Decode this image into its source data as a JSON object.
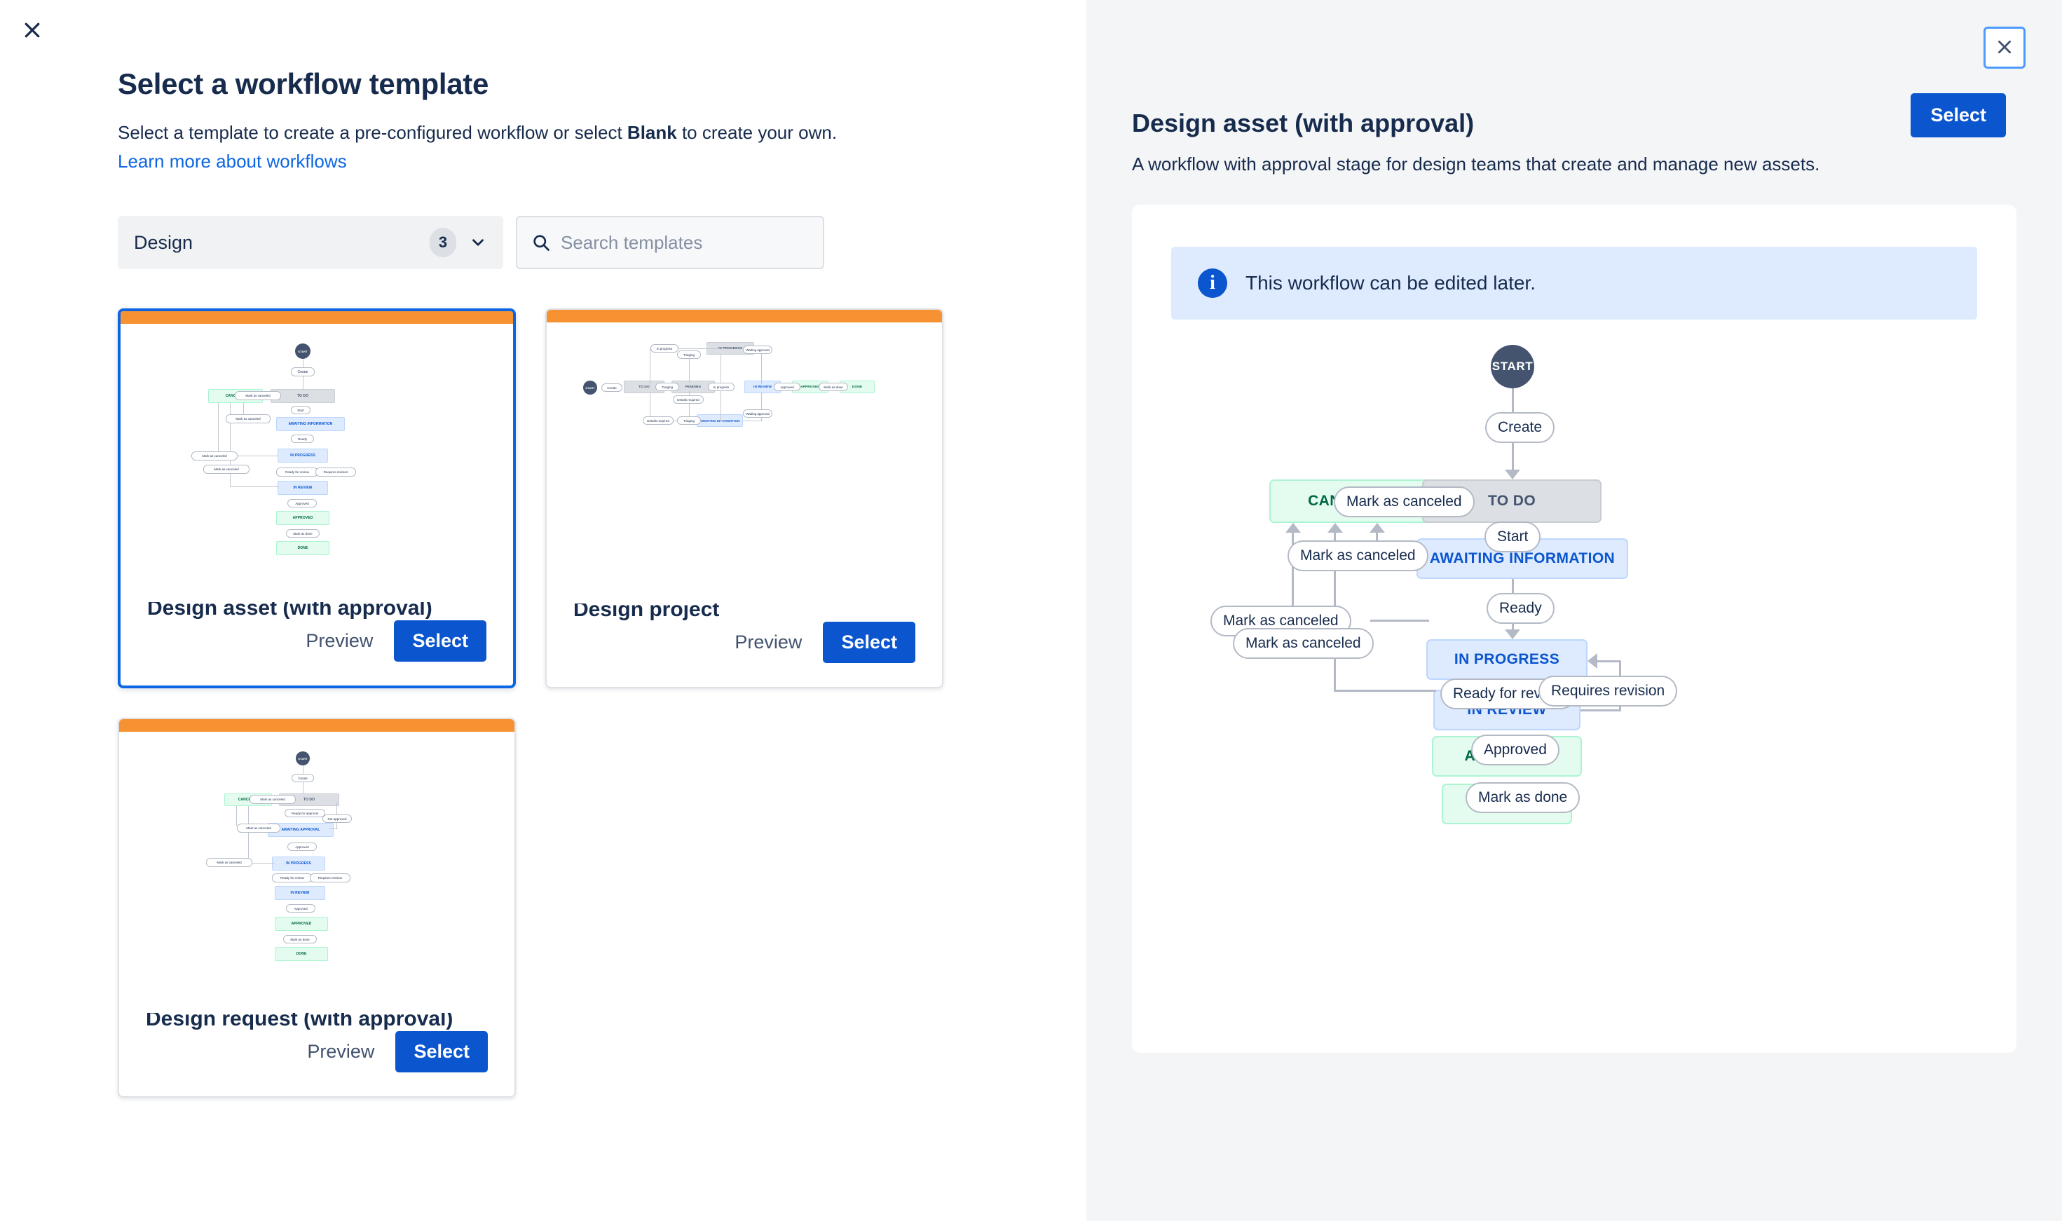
{
  "dialog": {
    "close_icon": "close-icon"
  },
  "left": {
    "title": "Select a workflow template",
    "subtitle_before": "Select a template to create a pre-configured workflow or select ",
    "subtitle_bold": "Blank",
    "subtitle_after": " to create your own.",
    "learn_link": "Learn more about workflows",
    "category": {
      "label": "Design",
      "count": "3",
      "caret_icon": "chevron-down-icon"
    },
    "search": {
      "placeholder": "Search templates",
      "value": "",
      "icon": "search-icon"
    },
    "cards": [
      {
        "title": "Design asset (with approval)",
        "preview_label": "Preview",
        "select_label": "Select",
        "selected": true,
        "accent": "#f79232"
      },
      {
        "title": "Design project",
        "preview_label": "Preview",
        "select_label": "Select",
        "selected": false,
        "accent": "#f79232"
      },
      {
        "title": "Design request (with approval)",
        "preview_label": "Preview",
        "select_label": "Select",
        "selected": false,
        "accent": "#f79232"
      }
    ]
  },
  "right": {
    "close_icon": "close-icon",
    "title": "Design asset (with approval)",
    "select_label": "Select",
    "description": "A workflow with approval stage for design teams that create and manage new assets.",
    "banner": {
      "icon": "info-icon",
      "text": "This workflow can be edited later."
    }
  },
  "workflow": {
    "statuses": [
      {
        "id": "start",
        "label": "START",
        "kind": "start"
      },
      {
        "id": "todo",
        "label": "TO DO",
        "kind": "todo"
      },
      {
        "id": "canceled",
        "label": "CANCELED",
        "kind": "green"
      },
      {
        "id": "awaiting_information",
        "label": "AWAITING INFORMATION",
        "kind": "blue"
      },
      {
        "id": "in_progress",
        "label": "IN PROGRESS",
        "kind": "blue"
      },
      {
        "id": "in_review",
        "label": "IN REVIEW",
        "kind": "blue"
      },
      {
        "id": "approved",
        "label": "APPROVED",
        "kind": "green"
      },
      {
        "id": "done",
        "label": "DONE",
        "kind": "green"
      }
    ],
    "transitions": [
      {
        "id": "create",
        "label": "Create",
        "from": "start",
        "to": "todo"
      },
      {
        "id": "cancel_todo",
        "label": "Mark as canceled",
        "from": "todo",
        "to": "canceled"
      },
      {
        "id": "start_t",
        "label": "Start",
        "from": "todo",
        "to": "awaiting_information"
      },
      {
        "id": "cancel_awaiting",
        "label": "Mark as canceled",
        "from": "awaiting_information",
        "to": "canceled"
      },
      {
        "id": "ready",
        "label": "Ready",
        "from": "awaiting_information",
        "to": "in_progress"
      },
      {
        "id": "cancel_progress",
        "label": "Mark as canceled",
        "from": "in_progress",
        "to": "canceled"
      },
      {
        "id": "cancel_review",
        "label": "Mark as canceled",
        "from": "in_review",
        "to": "canceled"
      },
      {
        "id": "ready_for_review",
        "label": "Ready for review",
        "from": "in_progress",
        "to": "in_review"
      },
      {
        "id": "requires_revision",
        "label": "Requires revision",
        "from": "in_review",
        "to": "in_progress"
      },
      {
        "id": "approved_t",
        "label": "Approved",
        "from": "in_review",
        "to": "approved"
      },
      {
        "id": "mark_done",
        "label": "Mark as done",
        "from": "approved",
        "to": "done"
      }
    ]
  },
  "thumb_design_project": {
    "statuses": [
      "START",
      "TO DO",
      "PENDING",
      "IN PROGRESS",
      "AWAITING INFORMATION",
      "IN REVIEW",
      "APPROVED",
      "DONE"
    ],
    "transitions": [
      "Create",
      "Triaging",
      "In progress",
      "Details required",
      "Waiting approval",
      "Approved",
      "Mark as done"
    ]
  },
  "thumb_design_request": {
    "statuses": [
      "START",
      "TO DO",
      "CANCELED",
      "AWAITING APPROVAL",
      "IN PROGRESS",
      "IN REVIEW",
      "APPROVED",
      "DONE"
    ],
    "transitions": [
      "Create",
      "Mark as canceled",
      "Ready for approval",
      "Not approved",
      "Approved",
      "Ready for review",
      "Requires revision",
      "Mark as done"
    ]
  },
  "colors": {
    "accent_blue": "#0b55ce",
    "link_blue": "#0c66e4",
    "orange_bar": "#f79232",
    "green_status": "#e3fcef",
    "blue_status": "#deebff",
    "grey_status": "#dcdfe4",
    "panel_bg": "#f4f5f7"
  }
}
